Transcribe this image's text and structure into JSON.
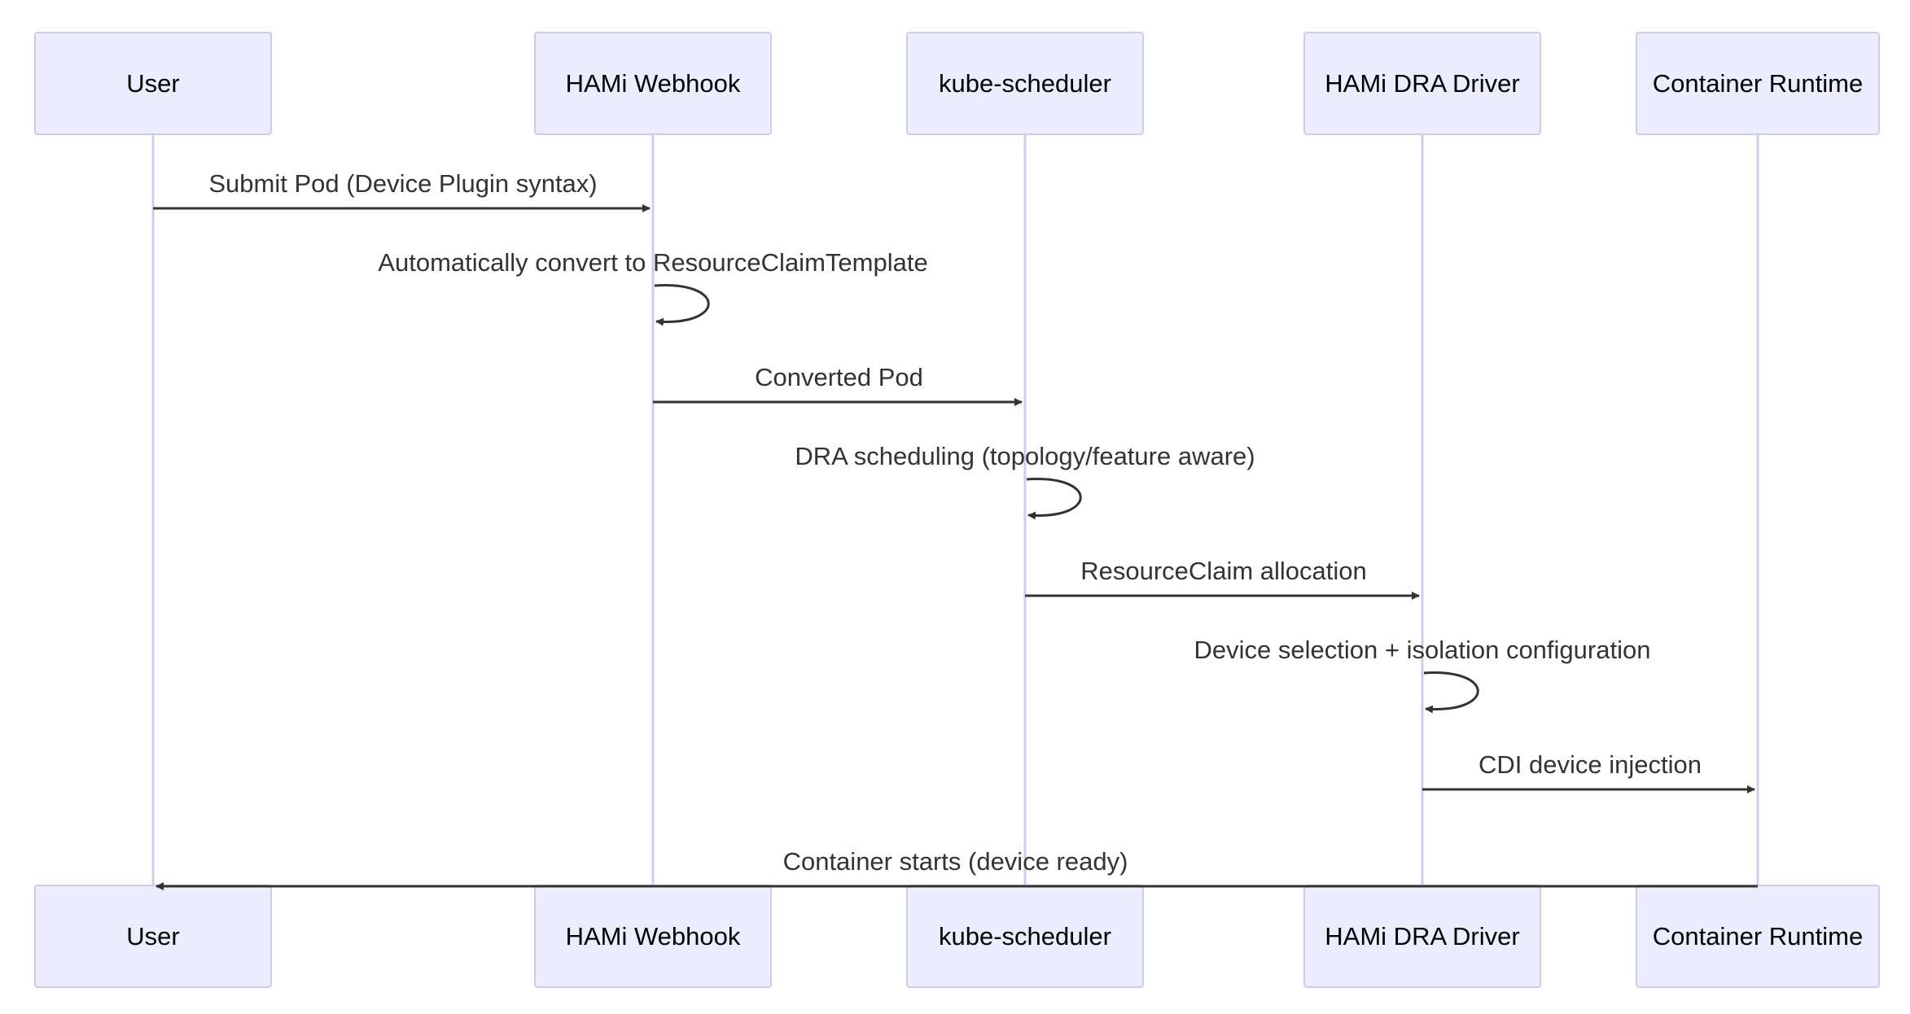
{
  "diagram": {
    "type": "sequence",
    "participants": [
      {
        "id": "user",
        "label": "User"
      },
      {
        "id": "webhook",
        "label": "HAMi Webhook"
      },
      {
        "id": "scheduler",
        "label": "kube-scheduler"
      },
      {
        "id": "driver",
        "label": "HAMi DRA Driver"
      },
      {
        "id": "runtime",
        "label": "Container Runtime"
      }
    ],
    "messages": [
      {
        "from": "user",
        "to": "webhook",
        "label": "Submit Pod (Device Plugin syntax)"
      },
      {
        "from": "webhook",
        "to": "webhook",
        "label": "Automatically convert to ResourceClaimTemplate"
      },
      {
        "from": "webhook",
        "to": "scheduler",
        "label": "Converted Pod"
      },
      {
        "from": "scheduler",
        "to": "scheduler",
        "label": "DRA scheduling (topology/feature aware)"
      },
      {
        "from": "scheduler",
        "to": "driver",
        "label": "ResourceClaim allocation"
      },
      {
        "from": "driver",
        "to": "driver",
        "label": "Device selection + isolation configuration"
      },
      {
        "from": "driver",
        "to": "runtime",
        "label": "CDI device injection"
      },
      {
        "from": "runtime",
        "to": "user",
        "label": "Container starts (device ready)"
      }
    ]
  },
  "colors": {
    "actor_fill": "#ECECFF",
    "actor_border": "#CCCCEE",
    "lifeline": "#CCCCEE",
    "message": "#333333",
    "text": "#333333"
  }
}
